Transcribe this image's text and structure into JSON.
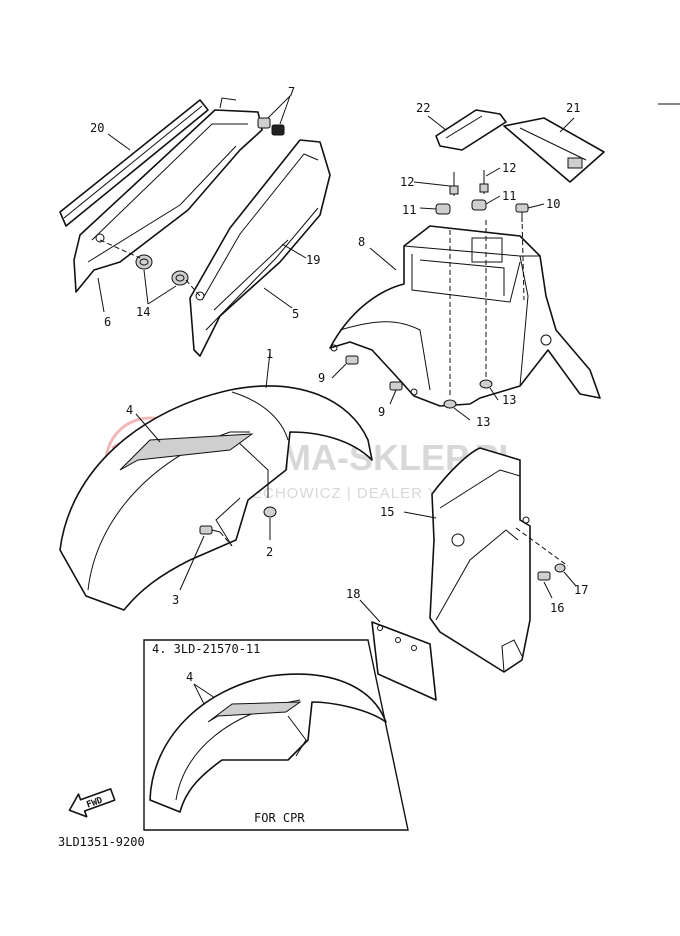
{
  "diagram": {
    "callouts": [
      "1",
      "2",
      "3",
      "4",
      "5",
      "6",
      "7",
      "8",
      "9",
      "10",
      "11",
      "12",
      "13",
      "14",
      "15",
      "16",
      "17",
      "18",
      "19",
      "20",
      "21",
      "22"
    ],
    "inset": {
      "title": "4. 3LD-21570-11",
      "callout": "4",
      "note": "FOR CPR"
    },
    "fwd_label": "FWD",
    "drawing_code": "3LD1351-9200"
  },
  "watermark": {
    "title": "MAMA-SKLEP.PL",
    "subtitle": "CIECHOWICZ | DEALER YAMAHA",
    "logo_color": "#f2b8b8"
  }
}
